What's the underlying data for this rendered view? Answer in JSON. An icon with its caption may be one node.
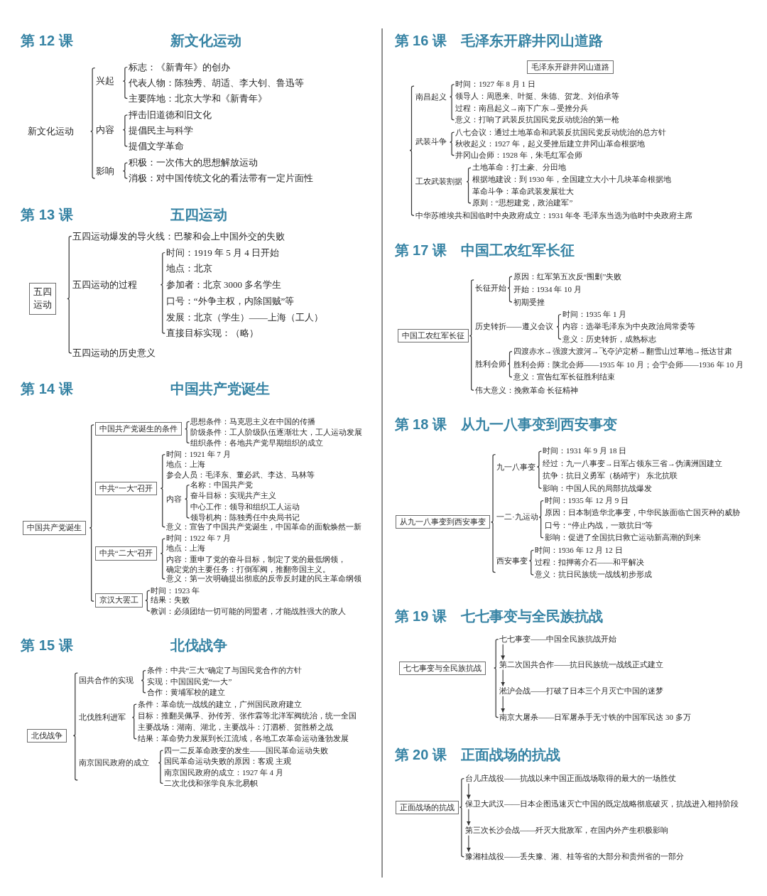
{
  "diagram": {
    "nodes": [
      {
        "text": [
          "五四运动"
        ]
      },
      {
        "text": [
          "中国共产党诞生"
        ]
      },
      {
        "text": [
          "中国共产党诞生的条件"
        ]
      },
      {
        "text": [
          "中共“一大”召开"
        ]
      },
      {
        "text": [
          "中共“二大”召开"
        ]
      },
      {
        "text": [
          "京汉大罢工"
        ]
      },
      {
        "text": [
          "北伐战争"
        ]
      },
      {
        "text": [
          "毛泽东开辟井冈山道路"
        ]
      },
      {
        "text": [
          "中国工农红军长征"
        ]
      },
      {
        "text": [
          "从九一八事变到西安事变"
        ]
      },
      {
        "text": [
          "七七事变与全民族抗战"
        ]
      },
      {
        "text": [
          "七七事变——中国全民族抗战开始"
        ]
      },
      {
        "text": [
          "第二次国共合作——抗日民族统一战线正式建立"
        ]
      },
      {
        "text": [
          "淞沪会战——打破了日本三个月灭亡中国的迷梦"
        ]
      },
      {
        "text": [
          "南京大屠杀——日军屠杀手无寸铁的中国军民达 30 多万"
        ]
      },
      {
        "text": [
          "正面战场的抗战"
        ]
      },
      {
        "text": [
          "台儿庄战役——抗战以来中国正面战场取得的最大的一场胜仗"
        ]
      },
      {
        "text": [
          "保卫大武汉——日本企图迅速灭亡中国的既定战略彻底破灭，抗战进入相持阶段"
        ]
      },
      {
        "text": [
          "第三次长沙会战——歼灭大批敌军，在国内外产生积极影响"
        ]
      },
      {
        "text": [
          "豫湘桂战役——丢失豫、湘、桂等省的大部分和贵州省的一部分"
        ]
      }
    ],
    "edges": [
      {
        "from": 11,
        "to": 12,
        "arrow": "to"
      },
      {
        "from": 12,
        "to": 13,
        "arrow": "to"
      },
      {
        "from": 13,
        "to": 14,
        "arrow": "to"
      },
      {
        "from": 16,
        "to": 17,
        "arrow": "to"
      },
      {
        "from": 17,
        "to": 18,
        "arrow": "to"
      },
      {
        "from": 18,
        "to": 19,
        "arrow": "to"
      }
    ],
    "labels": [
      "第 12 课",
      "新文化运动",
      "新文化运动",
      "兴起",
      "标志：《新青年》的创办",
      "代表人物：陈独秀、胡适、李大钊、鲁迅等",
      "主要阵地：北京大学和《新青年》",
      "内容",
      "抨击旧道德和旧文化",
      "提倡民主与科学",
      "提倡文学革命",
      "影响",
      "积极：一次伟大的思想解放运动",
      "消极：对中国传统文化的看法带有一定片面性",
      "第 13 课",
      "五四运动",
      "五四运动爆发的导火线：巴黎和会上中国外交的失败",
      "五四运动的过程",
      "时间：1919 年 5 月 4 日开始",
      "地点：北京",
      "参加者：北京 3000 多名学生",
      "口号：“外争主权，内除国贼”等",
      "发展：北京（学生）——上海（工人）",
      "直接目标实现：（略）",
      "五四运动的历史意义",
      "第 14 课",
      "中国共产党诞生",
      "思想条件：马克思主义在中国的传播",
      "阶级条件：工人阶级队伍逐渐壮大，工人运动发展",
      "组织条件：各地共产党早期组织的成立",
      "时间：1921 年 7 月",
      "地点：上海",
      "参会人员：毛泽东、董必武、李达、马林等",
      "内容",
      "名称：中国共产党",
      "奋斗目标：实现共产主义",
      "中心工作：领导和组织工人运动",
      "领导机构：陈独秀任中央局书记",
      "意义：宣告了中国共产党诞生，中国革命的面貌焕然一新",
      "时间：1922 年 7 月",
      "地点：上海",
      "内容：重申了党的奋斗目标，制定了党的最低纲领，确定党的主要任务：打倒军阀，推翻帝国主义。",
      "意义：第一次明确提出彻底的反帝反封建的民主革命纲领",
      "时间：1923 年",
      "结果：失败",
      "教训：必须团结一切可能的同盟者，才能战胜强大的敌人",
      "第 15 课",
      "北伐战争",
      "国共合作的实现",
      "条件：中共“三大”确定了与国民党合作的方针",
      "实现：中国国民党“一大”",
      "合作：黄埔军校的建立",
      "北伐胜利进军",
      "条件：革命统一战线的建立，广州国民政府建立",
      "目标：推翻吴佩孚、孙传芳、张作霖等北洋军阀统治，统一全国",
      "主要战场：湖南、湖北，主要战斗：汀泗桥、贺胜桥之战",
      "结果：革命势力发展到长江流域，各地工农革命运动蓬勃发展",
      "南京国民政府的成立",
      "四一二反革命政变的发生——国民革命运动失败",
      "国民革命运动失败的原因：客观 主观",
      "南京国民政府的成立：1927 年 4 月",
      "二次北伐和张学良东北易帜",
      "第 16 课",
      "毛泽东开辟井冈山道路",
      "南昌起义",
      "时间：1927 年 8 月 1 日",
      "领导人：周恩来、叶挺、朱德、贺龙、刘伯承等",
      "过程：南昌起义→南下广东→受挫分兵",
      "意义：打响了武装反抗国民党反动统治的第一枪",
      "武装斗争",
      "八七会议：通过土地革命和武装反抗国民党反动统治的总方针",
      "秋收起义：1927 年，起义受挫后建立井冈山革命根据地",
      "井冈山会师：1928 年，朱毛红军会师",
      "工农武装割据",
      "土地革命：打土豪、分田地",
      "根据地建设：到 1930 年，全国建立大小十几块革命根据地",
      "革命斗争：革命武装发展壮大",
      "原则：“思想建党，政治建军”",
      "中华苏维埃共和国临时中央政府成立：1931 年冬 毛泽东当选为临时中央政府主席",
      "第 17 课",
      "中国工农红军长征",
      "长征开始",
      "原因：红军第五次反“围剿”失败",
      "开始：1934 年 10 月",
      "初期受挫",
      "历史转折——遵义会议",
      "时间：1935 年 1 月",
      "内容：选举毛泽东为中央政治局常委等",
      "意义：历史转折，成熟标志",
      "胜利会师",
      "四渡赤水→强渡大渡河→飞夺泸定桥→翻雪山过草地→抵达甘肃",
      "胜利会师：陕北会师——1935 年 10 月；会宁会师——1936 年 10 月",
      "意义：宣告红军长征胜利结束",
      "伟大意义：挽救革命 长征精神",
      "第 18 课",
      "从九一八事变到西安事变",
      "九一八事变",
      "时间：1931 年 9 月 18 日",
      "经过：九一八事变→日军占领东三省→伪满洲国建立",
      "抗争：抗日义勇军（杨靖宇） 东北抗联",
      "影响：中国人民的局部抗战爆发",
      "一二·九运动",
      "时间：1935 年 12 月 9 日",
      "原因：日本制造华北事变，中华民族面临亡国灭种的威胁",
      "口号：“停止内战，一致抗日”等",
      "影响：促进了全国抗日救亡运动新高潮的到来",
      "西安事变",
      "时间：1936 年 12 月 12 日",
      "过程：扣押蒋介石——和平解决",
      "意义：抗日民族统一战线初步形成",
      "第 19 课",
      "七七事变与全民族抗战",
      "第 20 课",
      "正面战场的抗战"
    ]
  }
}
